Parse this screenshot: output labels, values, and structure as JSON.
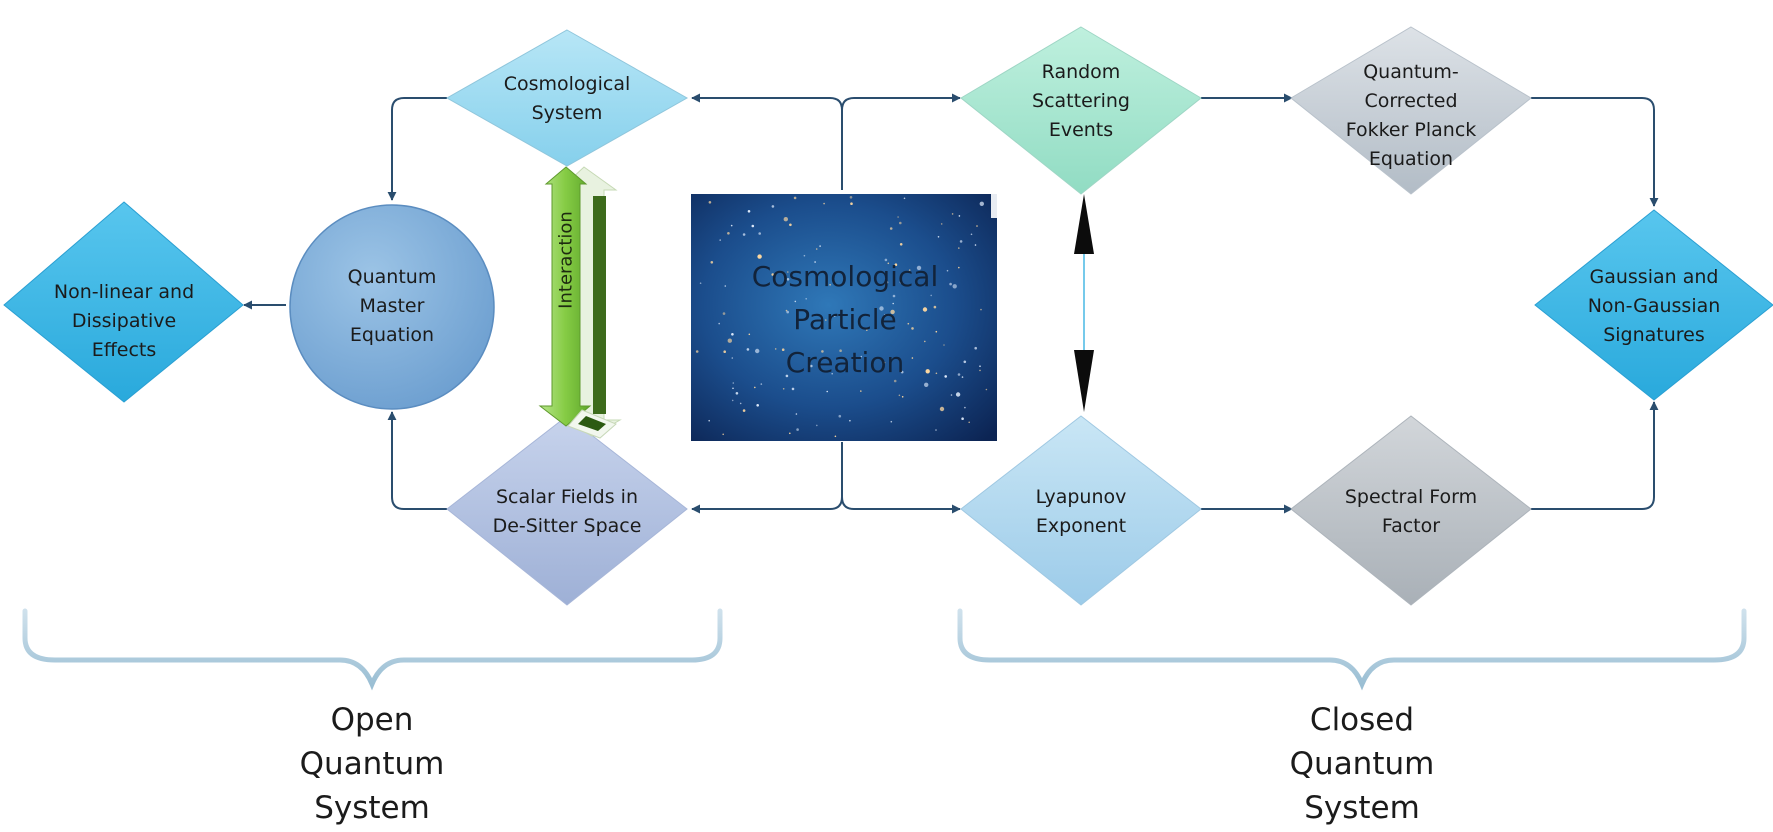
{
  "nodes": {
    "cosmological_system": "Cosmological\nSystem",
    "random_scattering": "Random\nScattering\nEvents",
    "fokker_planck": "Quantum-\nCorrected\nFokker Planck\nEquation",
    "nonlinear": "Non-linear and\nDissipative\nEffects",
    "quantum_master": "Quantum\nMaster\nEquation",
    "gaussian": "Gaussian and\nNon-Gaussian\nSignatures",
    "scalar_fields": "Scalar Fields in\nDe-Sitter Space",
    "lyapunov": "Lyapunov\nExponent",
    "spectral": "Spectral Form\nFactor"
  },
  "center": {
    "title": "Cosmological\nParticle\nCreation"
  },
  "interaction_label": "Interaction",
  "groups": {
    "open": "Open\nQuantum\nSystem",
    "closed": "Closed\nQuantum\nSystem"
  },
  "colors": {
    "arrow": "#2a4d6e",
    "blue_light": "#9bd9ef",
    "blue_strong": "#3cb6e4",
    "teal": "#a7e5d0",
    "grey": "#c9d0d7",
    "circle": "#7fb0da",
    "lavender": "#b4c2e0",
    "green": "#8fd14f",
    "brace": "#b3cede"
  }
}
